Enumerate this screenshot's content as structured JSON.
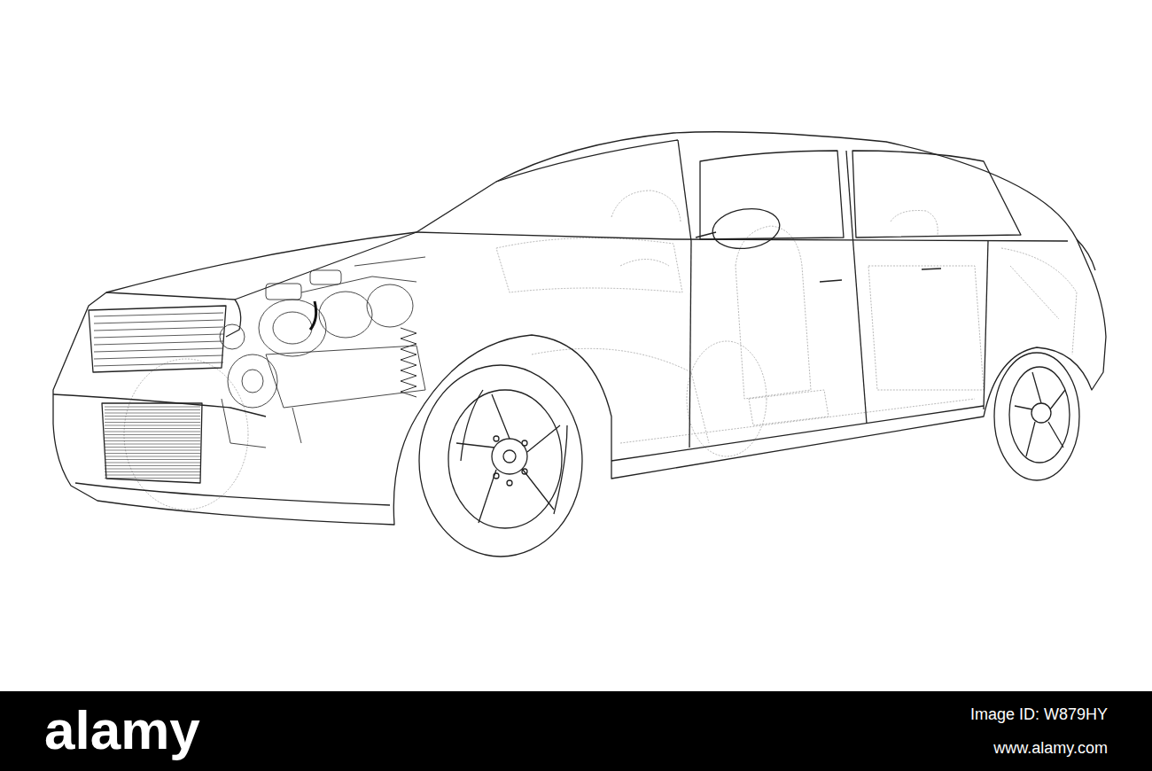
{
  "diagram": {
    "labels": [
      "alamy",
      "Image ID: W879HY",
      "www.alamy.com"
    ]
  }
}
